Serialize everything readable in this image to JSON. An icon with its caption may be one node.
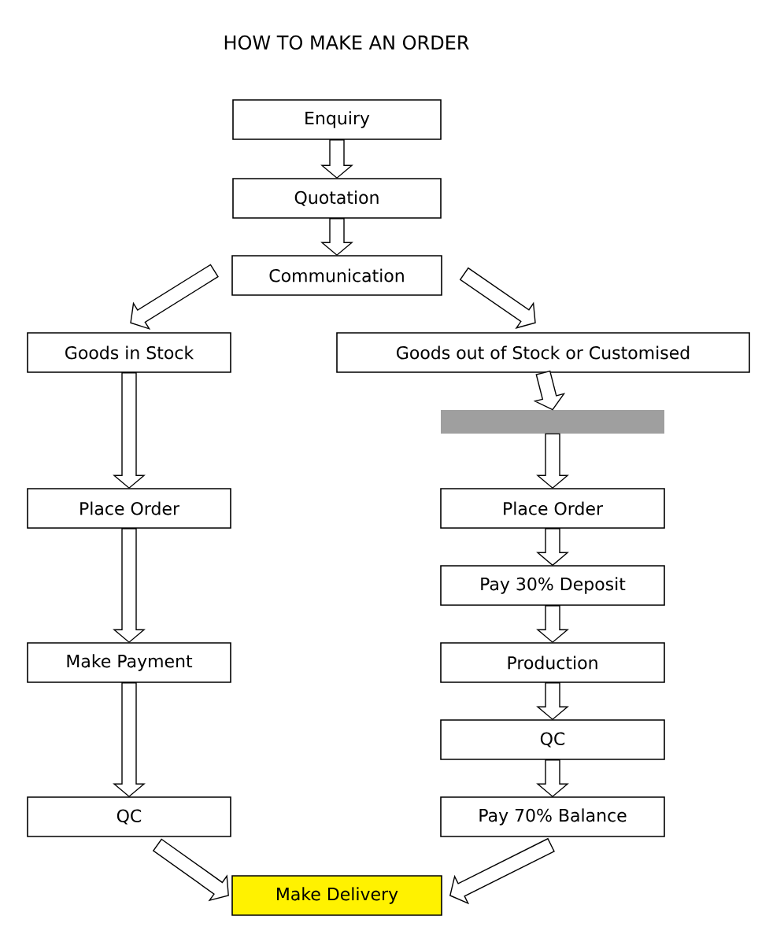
{
  "diagram": {
    "title": "HOW TO MAKE AN ORDER",
    "nodes": [
      {
        "text": [
          "Enquiry"
        ]
      },
      {
        "text": [
          "Quotation"
        ]
      },
      {
        "text": [
          "Communication"
        ]
      },
      {
        "text": [
          "Goods in Stock"
        ]
      },
      {
        "text": [
          "Goods out of Stock or Customised"
        ]
      },
      {
        "text": [],
        "shape": "bar"
      },
      {
        "text": [
          "Place Order"
        ]
      },
      {
        "text": [
          "Place Order"
        ]
      },
      {
        "text": [
          "Pay 30% Deposit"
        ]
      },
      {
        "text": [
          "Make Payment"
        ]
      },
      {
        "text": [
          "Production"
        ]
      },
      {
        "text": [
          "QC"
        ]
      },
      {
        "text": [
          "QC"
        ]
      },
      {
        "text": [
          "Pay 70% Balance"
        ]
      },
      {
        "text": [
          "Make Delivery"
        ]
      }
    ],
    "edges": [
      {
        "from": 0,
        "to": 1,
        "arrow": "to"
      },
      {
        "from": 1,
        "to": 2,
        "arrow": "to"
      },
      {
        "from": 2,
        "to": 3,
        "arrow": "to"
      },
      {
        "from": 2,
        "to": 4,
        "arrow": "to"
      },
      {
        "from": 3,
        "to": 6,
        "arrow": "to"
      },
      {
        "from": 4,
        "to": 5,
        "arrow": "to"
      },
      {
        "from": 5,
        "to": 7,
        "arrow": "to"
      },
      {
        "from": 6,
        "to": 9,
        "arrow": "to"
      },
      {
        "from": 7,
        "to": 8,
        "arrow": "to"
      },
      {
        "from": 8,
        "to": 10,
        "arrow": "to"
      },
      {
        "from": 10,
        "to": 11,
        "arrow": "to"
      },
      {
        "from": 11,
        "to": 13,
        "arrow": "to"
      },
      {
        "from": 9,
        "to": 12,
        "arrow": "to"
      },
      {
        "from": 12,
        "to": 14,
        "arrow": "to"
      },
      {
        "from": 13,
        "to": 14,
        "arrow": "to"
      }
    ]
  }
}
